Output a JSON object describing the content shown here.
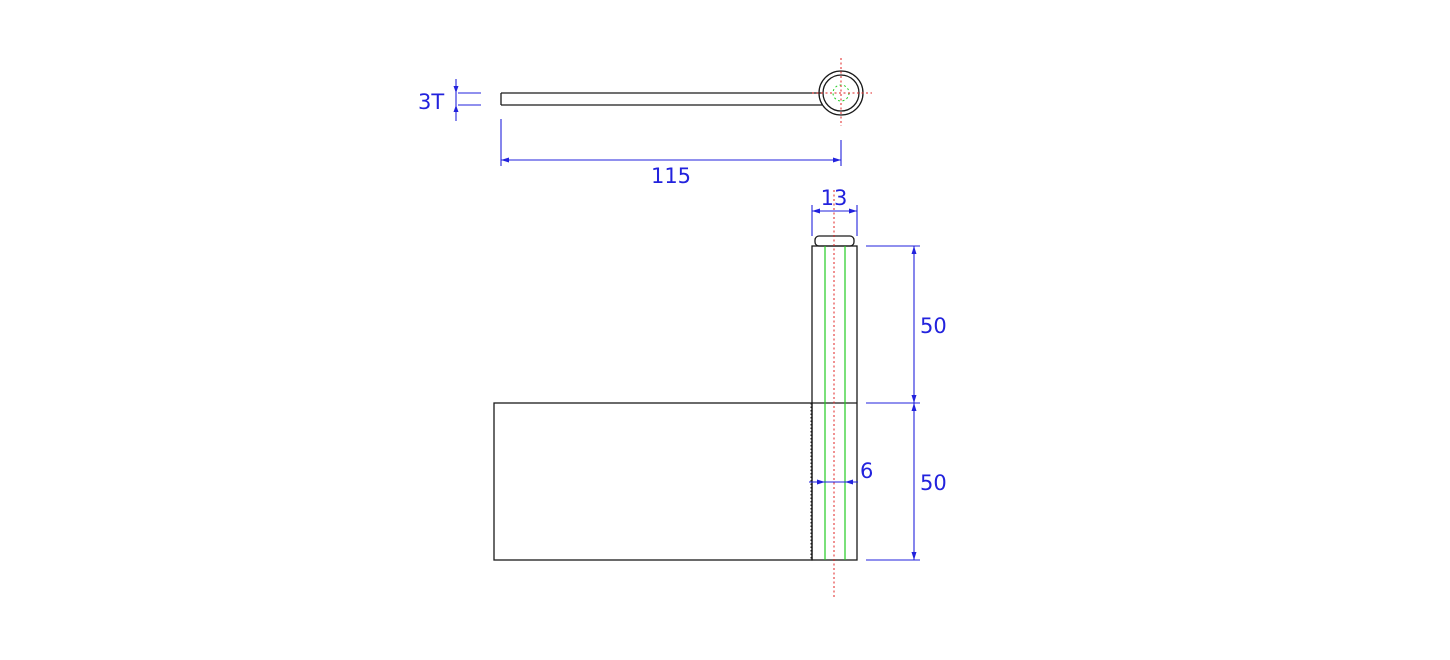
{
  "colors": {
    "object": "#1a1a1a",
    "dimension": "#2222dd",
    "centerline": "#e02020",
    "pin": "#22cc22",
    "hidden": "#1a1a1a"
  },
  "dimensions": {
    "thickness": "3T",
    "length": "115",
    "knuckle_width": "13",
    "pin_diameter": "6",
    "upper_height": "50",
    "lower_height": "50"
  }
}
